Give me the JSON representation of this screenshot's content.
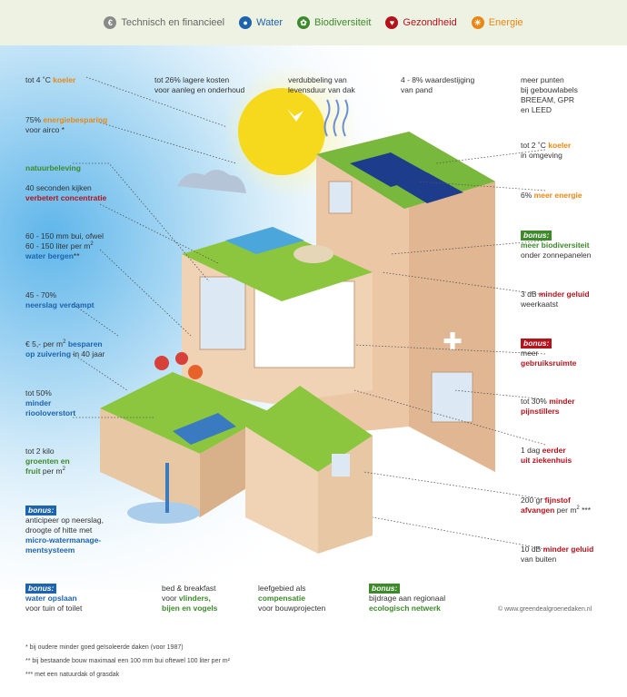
{
  "legend": {
    "financial": "Technisch en financieel",
    "water": "Water",
    "biodiversity": "Biodiversiteit",
    "health": "Gezondheid",
    "energy": "Energie",
    "colors": {
      "financial": "#8a8a8a",
      "water": "#1e63ad",
      "biodiversity": "#3d8a2b",
      "health": "#b5121b",
      "energy": "#ea8712"
    }
  },
  "top": {
    "t1_a": "tot 26% lagere kosten",
    "t1_b": "voor aanleg en onderhoud",
    "t2_a": "verdubbeling van",
    "t2_b": "levensduur van dak",
    "t3_a": "4 - 8% waardestijging",
    "t3_b": "van pand",
    "t4_a": "meer punten",
    "t4_b": "bij gebouwlabels",
    "t4_c": "BREEAM, GPR",
    "t4_d": "en LEED"
  },
  "left": {
    "l1_a": "tot 4 ˚C ",
    "l1_b": "koeler",
    "l2_a": "75% ",
    "l2_b": "energiebesparing",
    "l2_c": "voor airco *",
    "l3": "natuurbeleving",
    "l4_a": "40 seconden kijken",
    "l4_b": "verbetert concentratie",
    "l5_a": "60 - 150 mm bui, ofwel",
    "l5_b": "60 - 150 liter per m",
    "l5_sup": "2",
    "l5_c": "water bergen",
    "l5_d": "**",
    "l6_a": "45 - 70%",
    "l6_b": "neerslag verdampt",
    "l7_a": "€ 5,- per m",
    "l7_sup": "2",
    "l7_b": " besparen",
    "l7_c": "op zuivering",
    "l7_d": " in 40 jaar",
    "l8_a": "tot 50%",
    "l8_b": "minder",
    "l8_c": "riooloverstort",
    "l9_a": "tot 2 kilo",
    "l9_b": "groenten en",
    "l9_c": "fruit",
    "l9_d": " per m",
    "l9_sup": "2",
    "l10_bonus": "bonus:",
    "l10_a": "anticipeer op neerslag,",
    "l10_b": "droogte of hitte met",
    "l10_c": "micro-watermanage-",
    "l10_d": "mentsysteem",
    "l11_bonus": "bonus:",
    "l11_a": "water opslaan",
    "l11_b": "voor tuin of toilet"
  },
  "right": {
    "r1_a": "tot 2 ˚C ",
    "r1_b": "koeler",
    "r1_c": "in omgeving",
    "r2_a": "6% ",
    "r2_b": "meer energie",
    "r3_bonus": "bonus:",
    "r3_a": "meer biodiversiteit",
    "r3_b": "onder zonnepanelen",
    "r4_a": "3 dB ",
    "r4_b": "minder geluid",
    "r4_c": "weerkaatst",
    "r5_bonus": "bonus:",
    "r5_a": "meer",
    "r5_b": "gebruiksruimte",
    "r6_a": "tot 30% ",
    "r6_b": "minder",
    "r6_c": "pijnstillers",
    "r7_a": "1 dag ",
    "r7_b": "eerder",
    "r7_c": "uit ziekenhuis",
    "r8_a": "200 gr ",
    "r8_b": "fijnstof",
    "r8_c": "afvangen",
    "r8_d": " per m",
    "r8_sup": "2",
    "r8_e": " ***",
    "r9_a": "10 dB ",
    "r9_b": "minder geluid",
    "r9_c": "van buiten"
  },
  "bottom": {
    "b1_a": "bed & breakfast",
    "b1_b": "voor ",
    "b1_c": "vlinders,",
    "b1_d": "bijen en vogels",
    "b2_a": "leefgebied als",
    "b2_b": "compensatie",
    "b2_c": "voor bouwprojecten",
    "b3_bonus": "bonus:",
    "b3_a": "bijdrage aan regionaal",
    "b3_b": "ecologisch netwerk",
    "credit": "© www.greendealgroenedaken.nl"
  },
  "footnotes": {
    "f1": "* bij oudere minder goed geïsoleerde daken (voor 1987)",
    "f2": "** bij bestaande bouw maximaal een 100 mm bui oftewel 100 liter per m²",
    "f3": "*** met een natuurdak of grasdak"
  }
}
